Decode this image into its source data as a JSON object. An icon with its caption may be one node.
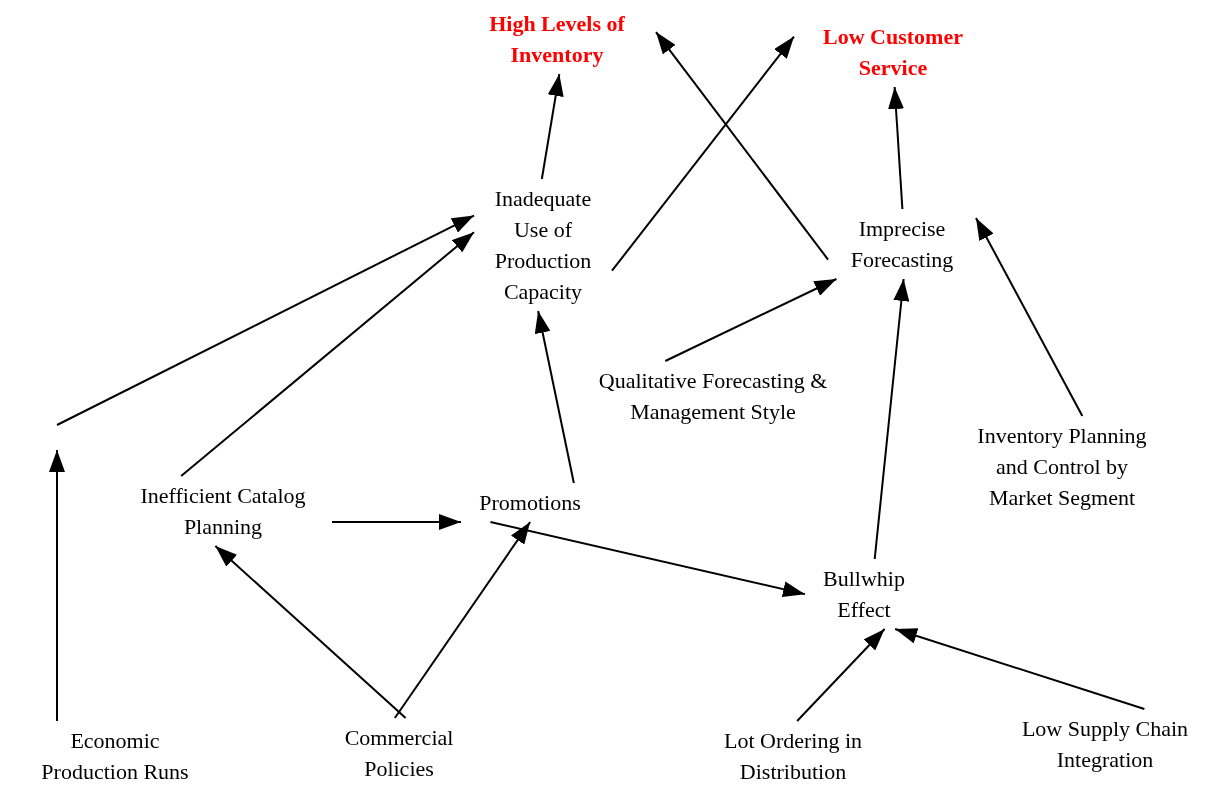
{
  "diagram": {
    "nodes": [
      {
        "text": [
          "High Levels of Inventory"
        ]
      },
      {
        "text": [
          "Low Customer Service"
        ]
      },
      {
        "text": [
          "Inadequate Use of Production Capacity"
        ]
      },
      {
        "text": [
          "Imprecise Forecasting"
        ]
      },
      {
        "text": [
          "Qualitative Forecasting & Management Style"
        ]
      },
      {
        "text": [
          "Inventory Planning and Control by Market Segment"
        ]
      },
      {
        "text": [
          "Inefficient Catalog Planning"
        ]
      },
      {
        "text": [
          "Promotions"
        ]
      },
      {
        "text": [
          "Bullwhip Effect"
        ]
      },
      {
        "text": [
          "Economic Production Runs"
        ]
      },
      {
        "text": [
          "Commercial Policies"
        ]
      },
      {
        "text": [
          "Lot Ordering in Distribution"
        ]
      },
      {
        "text": [
          "Low Supply Chain Integration"
        ]
      }
    ],
    "edges": [
      {
        "from": 2,
        "to": 0,
        "arrow": "to"
      },
      {
        "from": 2,
        "to": 1,
        "arrow": "to"
      },
      {
        "from": 3,
        "to": 0,
        "arrow": "to"
      },
      {
        "from": 3,
        "to": 1,
        "arrow": "to"
      },
      {
        "from": 9,
        "to": null,
        "arrow": "to"
      },
      {
        "from": null,
        "to": 2,
        "arrow": "to"
      },
      {
        "from": 6,
        "to": 2,
        "arrow": "to"
      },
      {
        "from": 7,
        "to": 2,
        "arrow": "to"
      },
      {
        "from": 6,
        "to": 7,
        "arrow": "to"
      },
      {
        "from": 10,
        "to": 6,
        "arrow": "to"
      },
      {
        "from": 10,
        "to": 7,
        "arrow": "to"
      },
      {
        "from": 7,
        "to": 8,
        "arrow": "to"
      },
      {
        "from": 4,
        "to": 3,
        "arrow": "to"
      },
      {
        "from": 8,
        "to": 3,
        "arrow": "to"
      },
      {
        "from": 5,
        "to": 3,
        "arrow": "to"
      },
      {
        "from": 11,
        "to": 8,
        "arrow": "to"
      },
      {
        "from": 12,
        "to": 8,
        "arrow": "to"
      }
    ]
  }
}
